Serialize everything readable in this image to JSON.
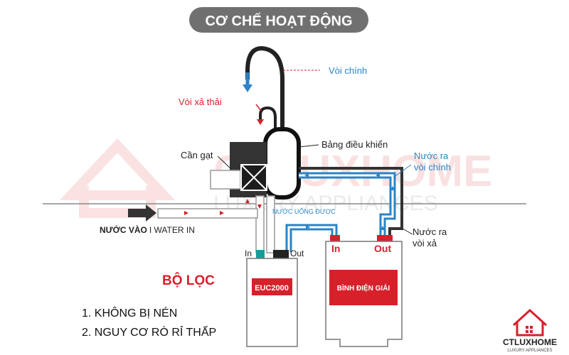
{
  "title": "CƠ CHẾ HOẠT ĐỘNG",
  "labels": {
    "main_faucet": "Vòi chính",
    "waste_faucet": "Vòi xả thải",
    "control_panel": "Bảng điều khiển",
    "lever": "Cần gạt",
    "water_out_main_1": "Nước ra",
    "water_out_main_2": "vòi chính",
    "drinking_water": "NƯỚC UỐNG ĐƯỢC",
    "water_in": "NƯỚC VÀO",
    "water_in_en": "I WATER IN",
    "water_out_waste_1": "Nước ra",
    "water_out_waste_2": "vòi xả",
    "filter_in": "In",
    "filter_out": "Out",
    "ionizer_in": "In",
    "ionizer_out": "Out",
    "filter_model": "EUC2000",
    "ionizer_name": "BÌNH ĐIỆN GIẢI",
    "filter_heading": "BỘ LỌC"
  },
  "features": [
    "1. KHÔNG BỊ NÉN",
    "2. NGUY CƠ RÒ RỈ THẤP"
  ],
  "brand": {
    "name": "CTLUXHOME",
    "tagline": "LUXURY APPLIANCES",
    "watermark_name": "CTLUXHOME",
    "watermark_tagline": "LUXURY APPLIANCES"
  },
  "colors": {
    "accent_red": "#d8202a",
    "water_blue": "#2a84c6",
    "dark": "#222222",
    "title_bg": "#707070"
  }
}
